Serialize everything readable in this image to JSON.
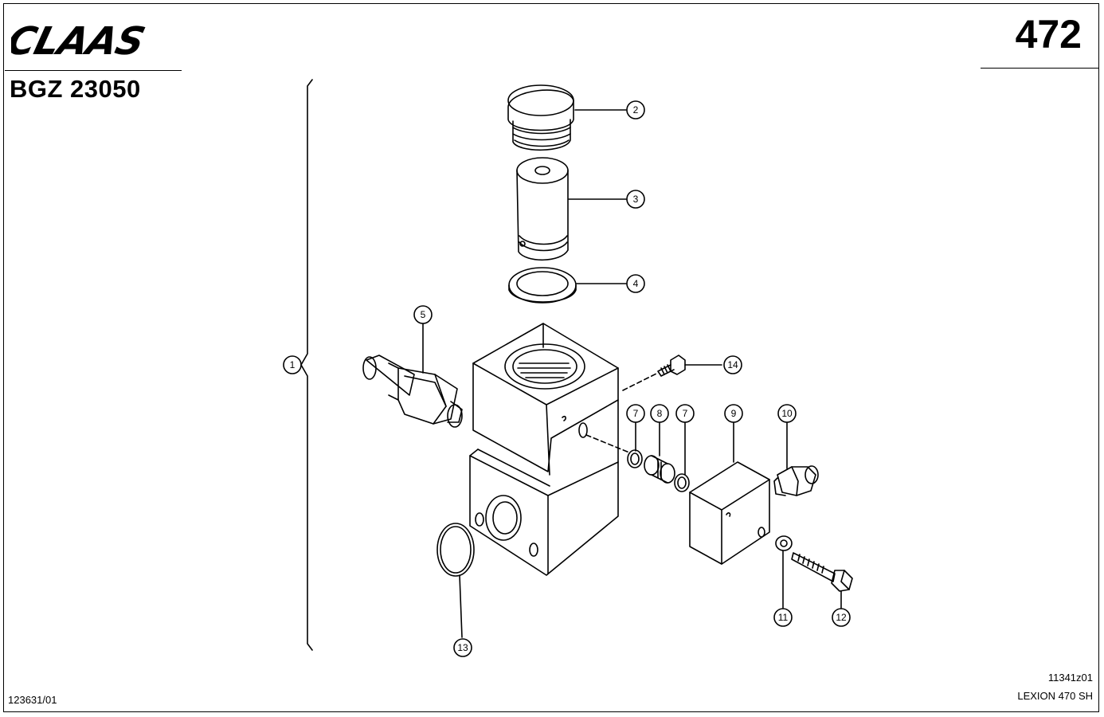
{
  "header": {
    "brand": "CLAAS",
    "doc_code": "BGZ 23050",
    "page_number": "472"
  },
  "footer": {
    "ref_left": "123631/01",
    "drawing_id": "11341z01",
    "model": "LEXION 470 SH"
  },
  "callouts": [
    {
      "id": "1",
      "label": "1"
    },
    {
      "id": "2",
      "label": "2"
    },
    {
      "id": "3",
      "label": "3"
    },
    {
      "id": "4",
      "label": "4"
    },
    {
      "id": "5",
      "label": "5"
    },
    {
      "id": "7a",
      "label": "7"
    },
    {
      "id": "8",
      "label": "8"
    },
    {
      "id": "7b",
      "label": "7"
    },
    {
      "id": "9",
      "label": "9"
    },
    {
      "id": "10",
      "label": "10"
    },
    {
      "id": "11",
      "label": "11"
    },
    {
      "id": "12",
      "label": "12"
    },
    {
      "id": "13",
      "label": "13"
    },
    {
      "id": "14",
      "label": "14"
    }
  ]
}
